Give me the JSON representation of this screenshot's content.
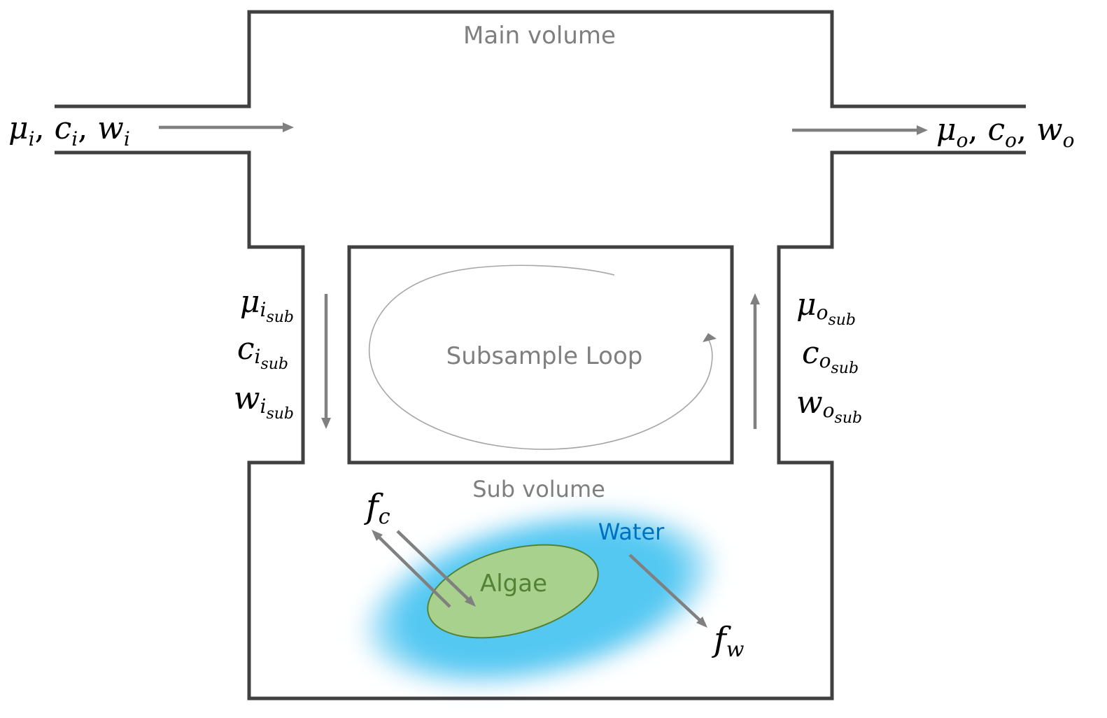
{
  "diagram": {
    "main_volume_label": "Main volume",
    "subsample_loop_label": "Subsample Loop",
    "sub_volume_label": "Sub volume",
    "water_label": "Water",
    "algae_label": "Algae",
    "inlet": {
      "terms": [
        {
          "base": "μ",
          "sub": "i"
        },
        {
          "base": "c",
          "sub": "i"
        },
        {
          "base": "w",
          "sub": "i"
        }
      ],
      "separator": ", "
    },
    "outlet": {
      "terms": [
        {
          "base": "μ",
          "sub": "o"
        },
        {
          "base": "c",
          "sub": "o"
        },
        {
          "base": "w",
          "sub": "o"
        }
      ],
      "separator": ", "
    },
    "sub_inlet": {
      "terms": [
        {
          "base": "μ",
          "sub": "i",
          "subsub": "sub"
        },
        {
          "base": "c",
          "sub": "i",
          "subsub": "sub"
        },
        {
          "base": "w",
          "sub": "i",
          "subsub": "sub"
        }
      ]
    },
    "sub_outlet": {
      "terms": [
        {
          "base": "μ",
          "sub": "o",
          "subsub": "sub"
        },
        {
          "base": "c",
          "sub": "o",
          "subsub": "sub"
        },
        {
          "base": "w",
          "sub": "o",
          "subsub": "sub"
        }
      ]
    },
    "flux_c": {
      "base": "f",
      "sub": "c"
    },
    "flux_w": {
      "base": "f",
      "sub": "w"
    }
  },
  "colors": {
    "wall": "#404040",
    "arrow": "#808080",
    "label_gray": "#7f7f7f",
    "water_fill": "#55c8f2",
    "water_text": "#0070c0",
    "algae_fill": "#a9d18e",
    "algae_stroke": "#548235",
    "algae_text": "#548235"
  }
}
